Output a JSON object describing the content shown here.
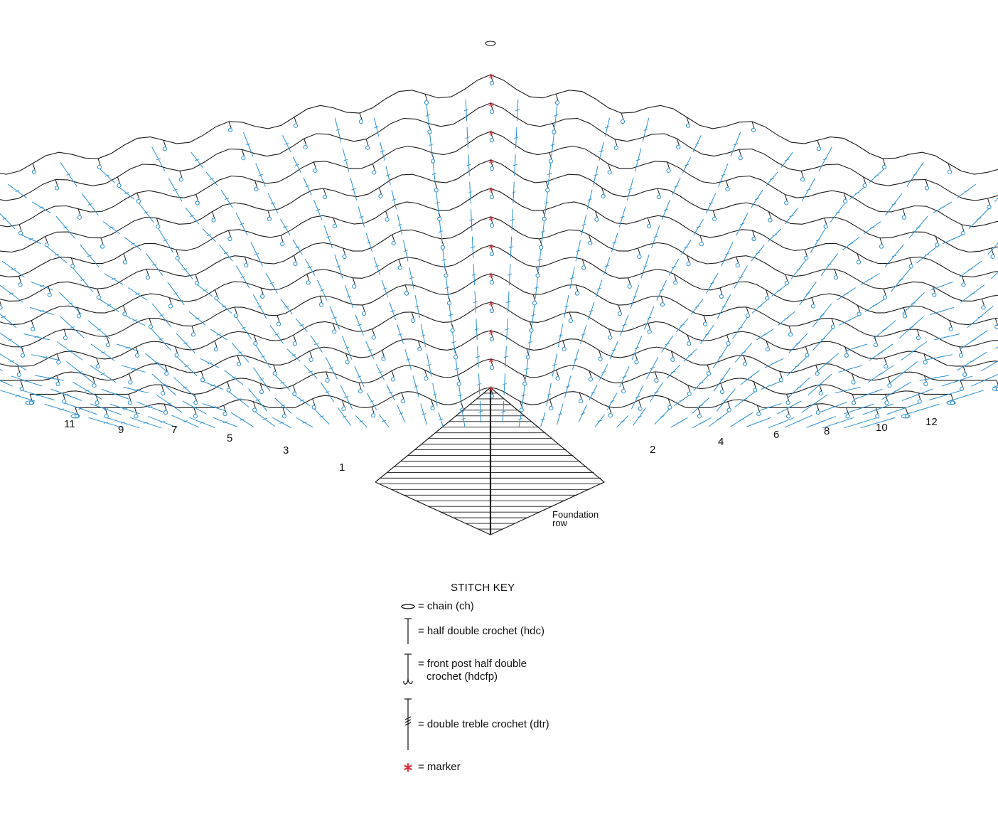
{
  "diagram": {
    "row_labels_left": [
      "11",
      "9",
      "7",
      "5",
      "3",
      "1"
    ],
    "row_labels_right": [
      "2",
      "4",
      "6",
      "8",
      "10",
      "12"
    ],
    "foundation_label_line1": "Foundation",
    "foundation_label_line2": "row",
    "colors": {
      "hdc_stitch": "#1a1a1a",
      "dtr_stitch": "#2b8fd0",
      "marker": "#d8323c"
    }
  },
  "key": {
    "title": "STITCH KEY",
    "items": [
      {
        "symbol": "chain-icon",
        "label": "= chain (ch)"
      },
      {
        "symbol": "hdc-icon",
        "label": "= half double crochet (hdc)"
      },
      {
        "symbol": "hdcfp-icon",
        "label_line1": "= front post half double",
        "label_line2": "crochet (hdcfp)"
      },
      {
        "symbol": "dtr-icon",
        "label": "= double treble crochet (dtr)"
      },
      {
        "symbol": "marker-icon",
        "glyph": "∗",
        "label": "= marker"
      }
    ]
  }
}
